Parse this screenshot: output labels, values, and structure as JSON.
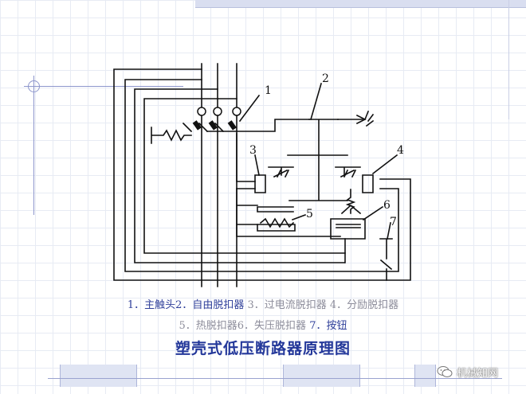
{
  "diagram": {
    "labels": [
      "1",
      "2",
      "3",
      "4",
      "5",
      "6",
      "7"
    ]
  },
  "caption": {
    "line1": [
      {
        "text": "1．主触头2．自由脱扣器",
        "tone": "blue"
      },
      {
        "text": " 3．过电流脱扣器 4．分励脱扣器",
        "tone": "grey"
      }
    ],
    "line2": [
      {
        "text": "5．热脱扣器6．失压脱扣器",
        "tone": "grey"
      },
      {
        "text": " 7．按钮",
        "tone": "blue"
      }
    ]
  },
  "title": "塑壳式低压断路器原理图",
  "watermark": {
    "text": "机械知网",
    "icon": "wechat-icon"
  },
  "colors": {
    "line": "#111111",
    "title": "#24389a",
    "caption_blue": "#2f3f9a",
    "caption_grey": "#8c8c9a"
  }
}
